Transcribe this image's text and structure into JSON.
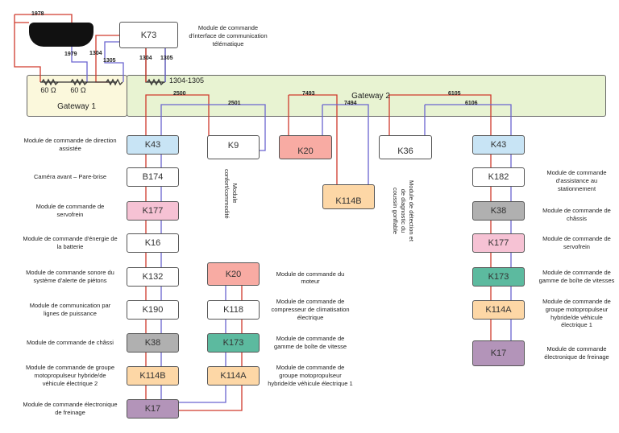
{
  "gateways": {
    "g1": "Gateway 1",
    "g2": "Gateway 2",
    "r1": "60 Ω",
    "r2": "60 Ω",
    "bus": "1304-1305"
  },
  "wires": {
    "w1978": "1978",
    "w1979": "1979",
    "w1304a": "1304",
    "w1305a": "1305",
    "w1304b": "1304",
    "w1305b": "1305",
    "w2500": "2500",
    "w2501": "2501",
    "w7493": "7493",
    "w7494": "7494",
    "w6105": "6105",
    "w6106": "6106"
  },
  "k73": {
    "id": "K73",
    "desc": "Module de commande d'interface de communication télématique"
  },
  "left": [
    {
      "id": "K43",
      "desc": "Module de commande de direction assistée",
      "color": "#c8e4f5"
    },
    {
      "id": "B174",
      "desc": "Caméra avant – Pare-brise",
      "color": "#ffffff"
    },
    {
      "id": "K177",
      "desc": "Module de commande de servofrein",
      "color": "#f6c2d4"
    },
    {
      "id": "K16",
      "desc": "Module de commande d'énergie de la batterie",
      "color": "#ffffff"
    },
    {
      "id": "K132",
      "desc": "Module de commande sonore du système d'alerte de piétons",
      "color": "#ffffff"
    },
    {
      "id": "K190",
      "desc": "Module de communication par lignes de puissance",
      "color": "#ffffff"
    },
    {
      "id": "K38",
      "desc": "Module de commande de châssi",
      "color": "#b0b0b0"
    },
    {
      "id": "K114B",
      "desc": "Module de commande de groupe motopropulseur hybride/de véhicule électrique 2",
      "color": "#fdd7a6"
    },
    {
      "id": "K17",
      "desc": "Module de commande électronique de freinage",
      "color": "#b394b9"
    }
  ],
  "middle": [
    {
      "id": "K20",
      "desc": "Module de commande du moteur",
      "color": "#f8aba3"
    },
    {
      "id": "K118",
      "desc": "Module de commande de compresseur de climatisation électrique",
      "color": "#ffffff"
    },
    {
      "id": "K173",
      "desc": "Module de commande de gamme de boîte de vitesse",
      "color": "#5cba9f"
    },
    {
      "id": "K114A",
      "desc": "Module de commande de groupe motopropulseur hybride/de véhicule électrique 1",
      "color": "#fdd7a6"
    }
  ],
  "branch": {
    "k9": {
      "id": "K9",
      "desc": "Module confort/commodité",
      "color": "#ffffff"
    },
    "k20": {
      "id": "K20",
      "color": "#f8aba3"
    },
    "k114b": {
      "id": "K114B",
      "color": "#fdd7a6"
    },
    "k36": {
      "id": "K36",
      "desc": "Module de détection et de diagnostic du coussin gonflable",
      "color": "#ffffff"
    }
  },
  "right": [
    {
      "id": "K43",
      "desc": "",
      "color": "#c8e4f5"
    },
    {
      "id": "K182",
      "desc": "Module de commande d'assistance au stationnement",
      "color": "#ffffff"
    },
    {
      "id": "K38",
      "desc": "Module de commande de châssis",
      "color": "#b0b0b0"
    },
    {
      "id": "K177",
      "desc": "Module de commande de servofrein",
      "color": "#f6c2d4"
    },
    {
      "id": "K173",
      "desc": "Module de commande de gamme de boîte de vitesses",
      "color": "#5cba9f"
    },
    {
      "id": "K114A",
      "desc": "Module de commande de groupe motopropulseur hybride/de véhicule électrique 1",
      "color": "#fdd7a6"
    },
    {
      "id": "K17",
      "desc": "Module de commande électronique de freinage",
      "color": "#b394b9"
    }
  ]
}
